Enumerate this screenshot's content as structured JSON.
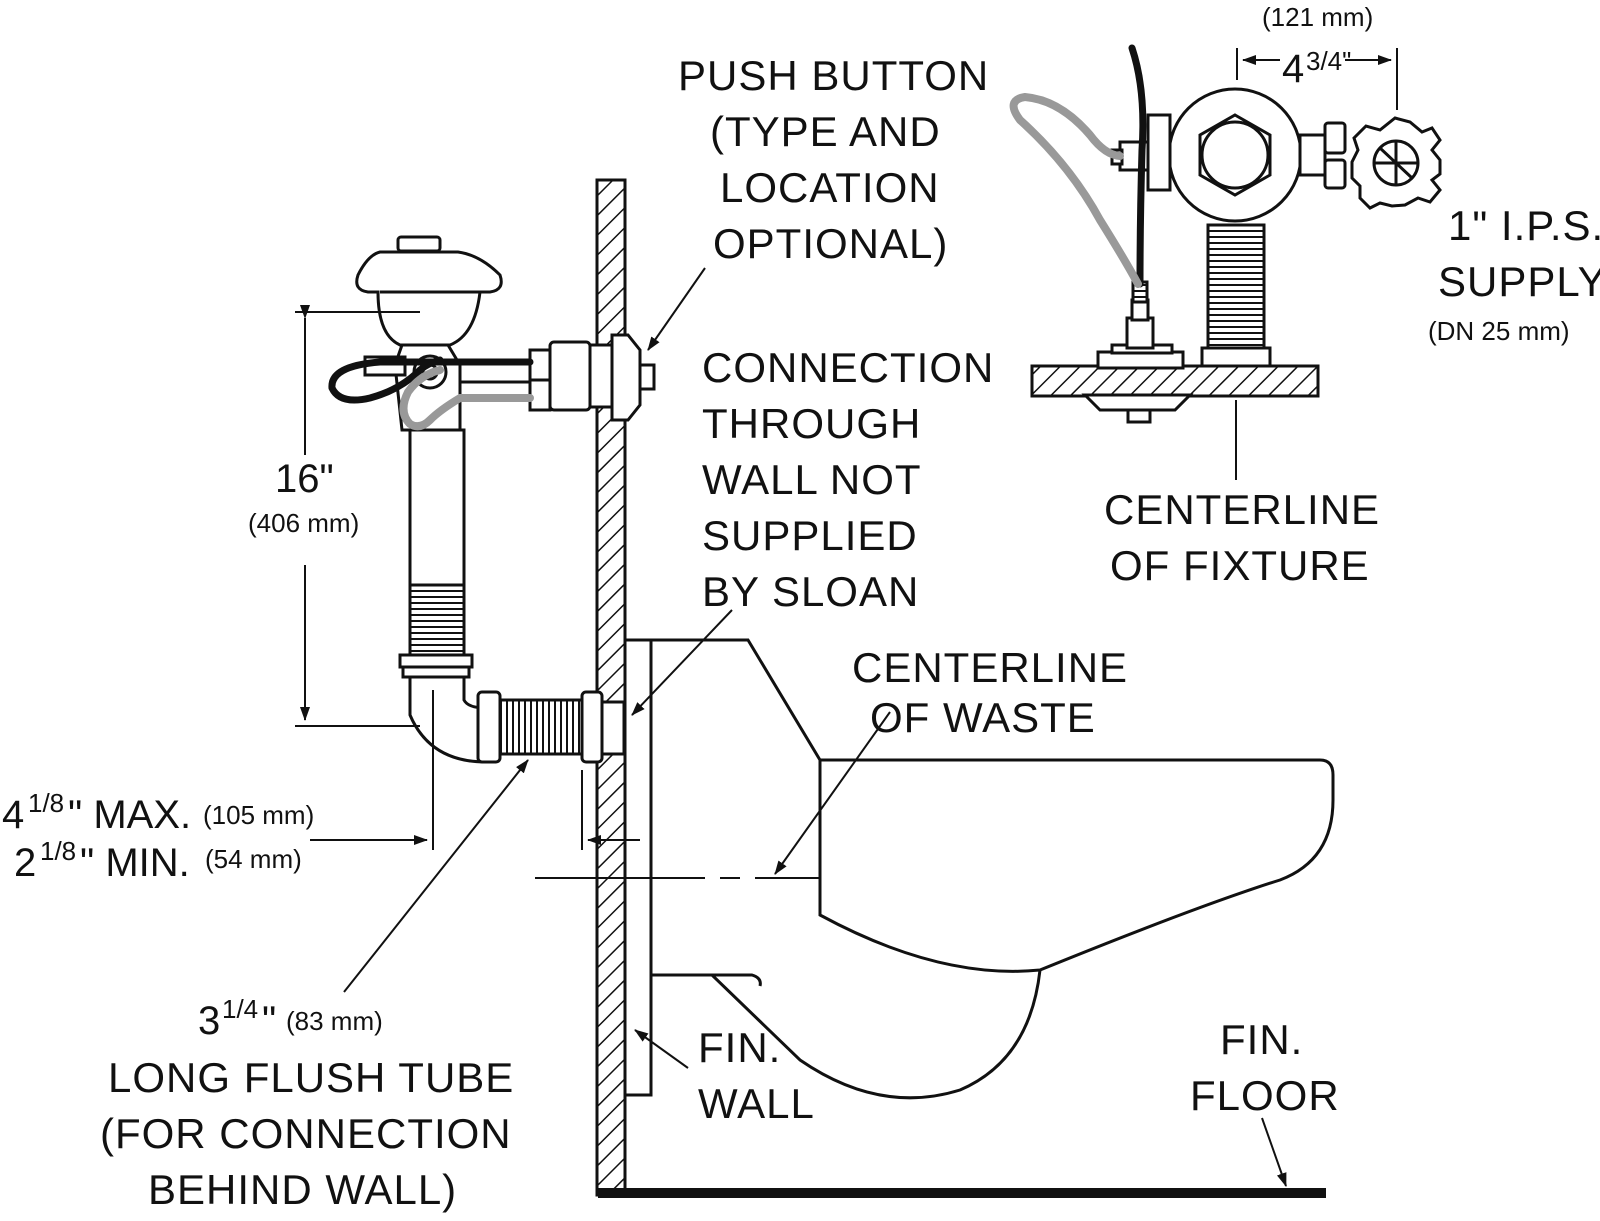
{
  "labels": {
    "push_button": [
      "PUSH  BUTTON",
      "(TYPE  AND",
      "LOCATION",
      "OPTIONAL)"
    ],
    "connection": [
      "CONNECTION",
      "THROUGH",
      "WALL  NOT",
      "SUPPLIED",
      "BY  SLOAN"
    ],
    "centerline_waste": [
      "CENTERLINE",
      "OF  WASTE"
    ],
    "centerline_fixture": [
      "CENTERLINE",
      "OF  FIXTURE"
    ],
    "supply": [
      "1\"  I.P.S.",
      "SUPPLY",
      "(DN  25 mm)"
    ],
    "fin_wall": [
      "FIN.",
      "WALL"
    ],
    "fin_floor": [
      "FIN.",
      "FLOOR"
    ],
    "flush_tube": [
      "LONG FLUSH TUBE",
      "(FOR CONNECTION",
      "BEHIND WALL)"
    ]
  },
  "dimensions": {
    "height_in": "16\"",
    "height_mm": "(406 mm)",
    "width_top_in": "4",
    "width_top_frac": "3/4\"",
    "width_top_mm": "(121 mm)",
    "max_whole": "4",
    "max_frac": "1/8",
    "max_text": "\"  MAX.",
    "max_mm": "(105 mm)",
    "min_whole": "2",
    "min_frac": "1/8",
    "min_text": "\"  MIN.",
    "min_mm": "(54 mm)",
    "tube_whole": "3",
    "tube_frac": "1/4",
    "tube_text": "\"",
    "tube_mm": "(83 mm)"
  }
}
